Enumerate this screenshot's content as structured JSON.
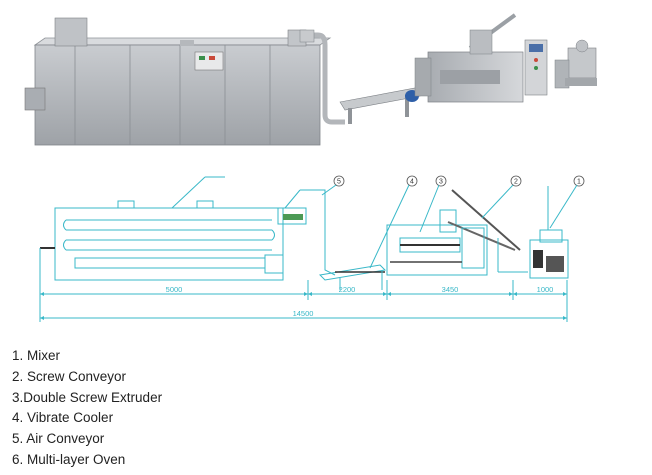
{
  "dimensions": {
    "oven_length": "5000",
    "cooler_length": "2200",
    "extruder_length": "3450",
    "mixer_length": "1000",
    "total_length": "14500"
  },
  "callouts": [
    "5",
    "4",
    "3",
    "2",
    "1"
  ],
  "legend": [
    "1. Mixer",
    "2. Screw Conveyor",
    "3.Double Screw Extruder",
    "4. Vibrate Cooler",
    "5. Air Conveyor",
    "6. Multi-layer Oven"
  ],
  "colors": {
    "dimension_lines": "#39b8c8",
    "machine_steel": "#b9bcc0",
    "text": "#222222"
  }
}
